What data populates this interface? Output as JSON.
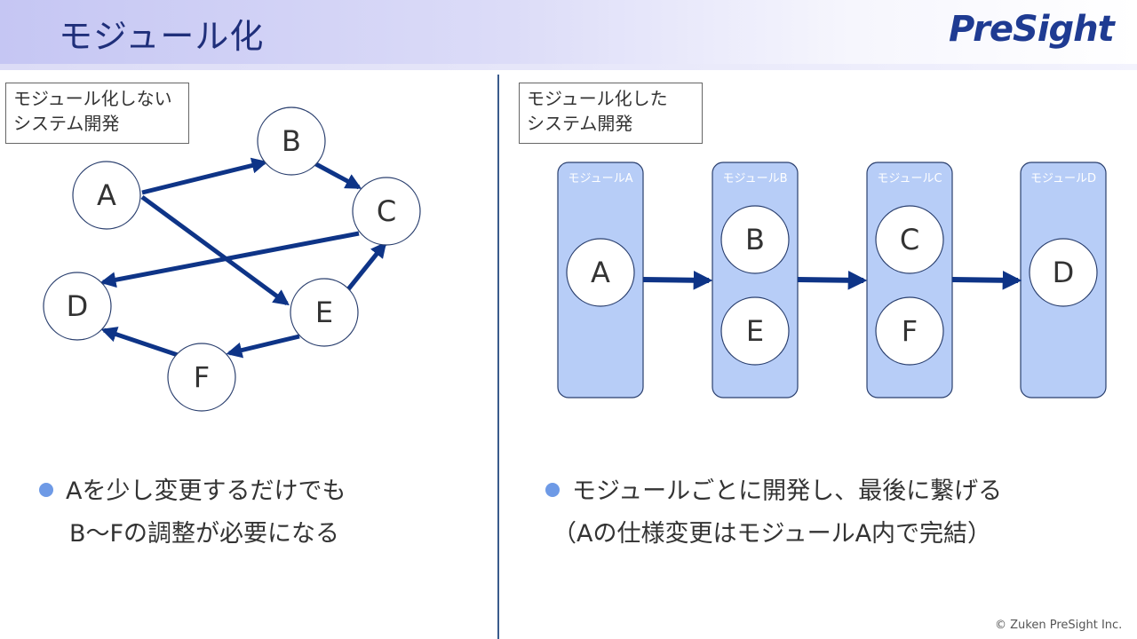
{
  "header": {
    "title": "モジュール化",
    "logo_text": "PreSight"
  },
  "left": {
    "label": "モジュール化しない\nシステム開発",
    "nodes": [
      "A",
      "B",
      "C",
      "D",
      "E",
      "F"
    ],
    "bullet_line1": "Aを少し変更するだけでも",
    "bullet_line2": "B～Fの調整が必要になる"
  },
  "right": {
    "label": "モジュール化した\nシステム開発",
    "modules": [
      {
        "title": "モジュールA",
        "nodes": [
          "A"
        ]
      },
      {
        "title": "モジュールB",
        "nodes": [
          "B",
          "E"
        ]
      },
      {
        "title": "モジュールC",
        "nodes": [
          "C",
          "F"
        ]
      },
      {
        "title": "モジュールD",
        "nodes": [
          "D"
        ]
      }
    ],
    "bullet_line1": "モジュールごとに開発し、最後に繋げる",
    "bullet_line2": "（Aの仕様変更はモジュールA内で完結）"
  },
  "footer": {
    "copyright": "© Zuken PreSight Inc."
  },
  "colors": {
    "arrow": "#0e3487",
    "module_fill": "#b7cdf7",
    "node_stroke": "#2a3f6e",
    "bullet_dot": "#6e9ae6",
    "title": "#1f2f7a"
  }
}
